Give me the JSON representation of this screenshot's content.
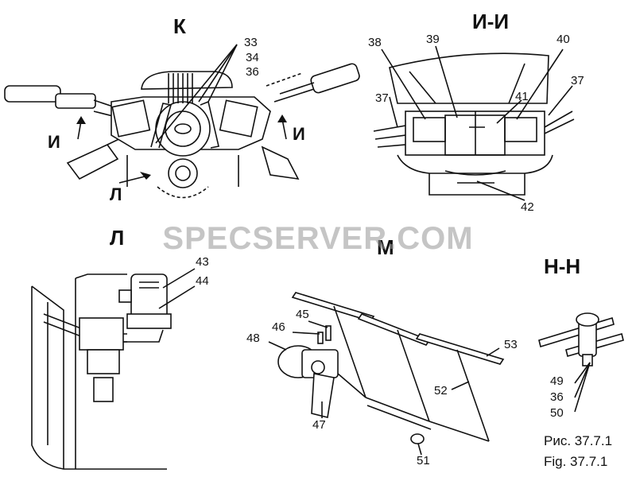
{
  "views": {
    "k": "К",
    "i_i": "И-И",
    "l": "Л",
    "m": "М",
    "n_n": "Н-Н"
  },
  "direction_labels": {
    "i_left": "И",
    "i_right": "И",
    "l_arrow": "Л"
  },
  "callouts": {
    "n33": "33",
    "n34": "34",
    "n36_top": "36",
    "n37_left": "37",
    "n37_right": "37",
    "n38": "38",
    "n39": "39",
    "n40": "40",
    "n41": "41",
    "n42": "42",
    "n43": "43",
    "n44": "44",
    "n45": "45",
    "n46": "46",
    "n47": "47",
    "n48": "48",
    "n49": "49",
    "n36_bottom": "36",
    "n50": "50",
    "n51": "51",
    "n52": "52",
    "n53": "53"
  },
  "caption": {
    "ru": "Рис. 37.7.1",
    "en": "Fig. 37.7.1"
  },
  "watermark": "SPECSERVER.COM"
}
